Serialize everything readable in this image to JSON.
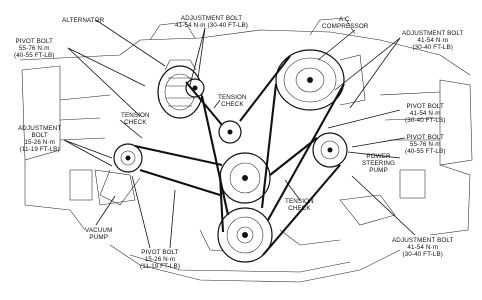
{
  "labels": {
    "alternator": "ALTERNATOR",
    "adjustment_bolt_top": [
      "ADJUSTMENT BOLT",
      "41-54 N·m (30-40 FT-LB)"
    ],
    "ac_compressor": [
      "A.C.",
      "COMPRESSOR"
    ],
    "adjustment_bolt_right": [
      "ADJUSTMENT BOLT",
      "41-54 N·m",
      "(30-40 FT-LB)"
    ],
    "pivot_bolt_left": [
      "PIVOT BOLT",
      "55-76 N·m",
      "(40-55 FT-LB)"
    ],
    "tension_check_upper": [
      "TENSION",
      "CHECK"
    ],
    "tension_check_left": [
      "TENSION",
      "CHECK"
    ],
    "adjustment_bolt_left": [
      "ADJUSTMENT",
      "BOLT",
      "15-26 N·m",
      "(11-19 FT-LB)"
    ],
    "pivot_bolt_right_a": [
      "PIVOT BOLT",
      "41-54 N·m",
      "(30-40 FT-LB)"
    ],
    "pivot_bolt_right_b": [
      "PIVOT BOLT",
      "55-76 N·m",
      "(40-55 FT-LB)"
    ],
    "power_steering_pump": [
      "POWER",
      "STEERING",
      "PUMP"
    ],
    "tension_check_lower": [
      "TENSION",
      "CHECK"
    ],
    "vacuum_pump": [
      "VACUUM",
      "PUMP"
    ],
    "pivot_bolt_bottom": [
      "PIVOT BOLT",
      "15-26 N·m",
      "(11-19 FT-LB)"
    ],
    "adjustment_bolt_bottom": [
      "ADJUSTMENT BOLT",
      "41-54 N·m",
      "(30-40 FT-LB)"
    ]
  }
}
